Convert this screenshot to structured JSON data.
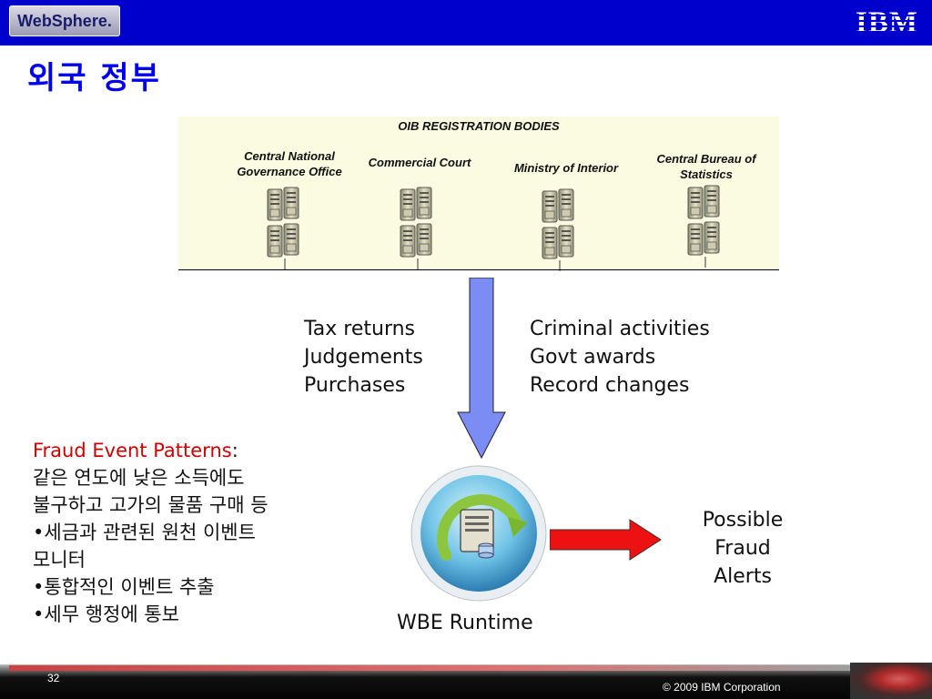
{
  "header": {
    "product_logo": "WebSphere.",
    "company_logo": "IBM"
  },
  "slide": {
    "title": "외국 정부"
  },
  "diagram": {
    "panel_title": "OIB REGISTRATION BODIES",
    "bodies": [
      {
        "line1": "Central National",
        "line2": "Governance Office"
      },
      {
        "line1": "Commercial Court",
        "line2": ""
      },
      {
        "line1": "Ministry of Interior",
        "line2": ""
      },
      {
        "line1": "Central Bureau of",
        "line2": "Statistics"
      }
    ],
    "left_events": [
      "Tax returns",
      "Judgements",
      "Purchases"
    ],
    "right_events": [
      "Criminal activities",
      "Govt awards",
      "Record changes"
    ],
    "engine_label": "WBE Runtime",
    "output": [
      "Possible",
      "Fraud",
      "Alerts"
    ],
    "arrow_down_color": "#7b8cf4",
    "arrow_right_color": "#ee1111"
  },
  "fraud_patterns": {
    "heading": "Fraud Event Patterns",
    "colon": ":",
    "lines": [
      "같은 연도에 낮은 소득에도",
      "불구하고 고가의 물품 구매 등",
      "•세금과 관련된 원천 이벤트",
      "모니터",
      "•통합적인 이벤트 추출",
      "•세무 행정에 통보"
    ]
  },
  "footer": {
    "page_number": "32",
    "copyright": "© 2009 IBM Corporation"
  }
}
